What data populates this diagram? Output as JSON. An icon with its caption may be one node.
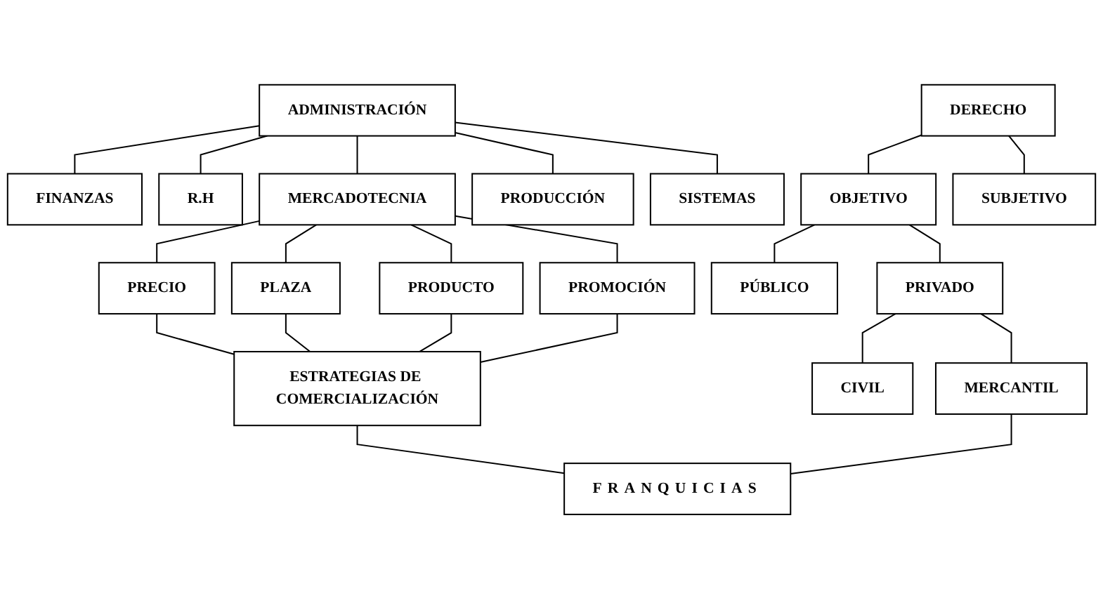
{
  "diagram": {
    "nodes": [
      {
        "text": [
          "ADMINISTRACIÓN"
        ]
      },
      {
        "text": [
          "DERECHO"
        ]
      },
      {
        "text": [
          "FINANZAS"
        ]
      },
      {
        "text": [
          "R.H"
        ]
      },
      {
        "text": [
          "MERCADOTECNIA"
        ]
      },
      {
        "text": [
          "PRODUCCIÓN"
        ]
      },
      {
        "text": [
          "SISTEMAS"
        ]
      },
      {
        "text": [
          "OBJETIVO"
        ]
      },
      {
        "text": [
          "SUBJETIVO"
        ]
      },
      {
        "text": [
          "PRECIO"
        ]
      },
      {
        "text": [
          "PLAZA"
        ]
      },
      {
        "text": [
          "PRODUCTO"
        ]
      },
      {
        "text": [
          "PROMOCIÓN"
        ]
      },
      {
        "text": [
          "PÚBLICO"
        ]
      },
      {
        "text": [
          "PRIVADO"
        ]
      },
      {
        "text": [
          "ESTRATEGIAS DE COMERCIALIZACIÓN"
        ]
      },
      {
        "text": [
          "CIVIL"
        ]
      },
      {
        "text": [
          "MERCANTIL"
        ]
      },
      {
        "text": [
          "FRANQUICIAS"
        ]
      }
    ],
    "edges": [
      {
        "from": 0,
        "to": 2,
        "arrow": "none"
      },
      {
        "from": 0,
        "to": 3,
        "arrow": "none"
      },
      {
        "from": 0,
        "to": 4,
        "arrow": "none"
      },
      {
        "from": 0,
        "to": 5,
        "arrow": "none"
      },
      {
        "from": 0,
        "to": 6,
        "arrow": "none"
      },
      {
        "from": 1,
        "to": 7,
        "arrow": "none"
      },
      {
        "from": 1,
        "to": 8,
        "arrow": "none"
      },
      {
        "from": 4,
        "to": 9,
        "arrow": "none"
      },
      {
        "from": 4,
        "to": 10,
        "arrow": "none"
      },
      {
        "from": 4,
        "to": 11,
        "arrow": "none"
      },
      {
        "from": 4,
        "to": 12,
        "arrow": "none"
      },
      {
        "from": 7,
        "to": 13,
        "arrow": "none"
      },
      {
        "from": 7,
        "to": 14,
        "arrow": "none"
      },
      {
        "from": 9,
        "to": 15,
        "arrow": "none"
      },
      {
        "from": 10,
        "to": 15,
        "arrow": "none"
      },
      {
        "from": 11,
        "to": 15,
        "arrow": "none"
      },
      {
        "from": 12,
        "to": 15,
        "arrow": "none"
      },
      {
        "from": 14,
        "to": 16,
        "arrow": "none"
      },
      {
        "from": 14,
        "to": 17,
        "arrow": "none"
      },
      {
        "from": 15,
        "to": 18,
        "arrow": "none"
      },
      {
        "from": 17,
        "to": 18,
        "arrow": "none"
      }
    ]
  }
}
